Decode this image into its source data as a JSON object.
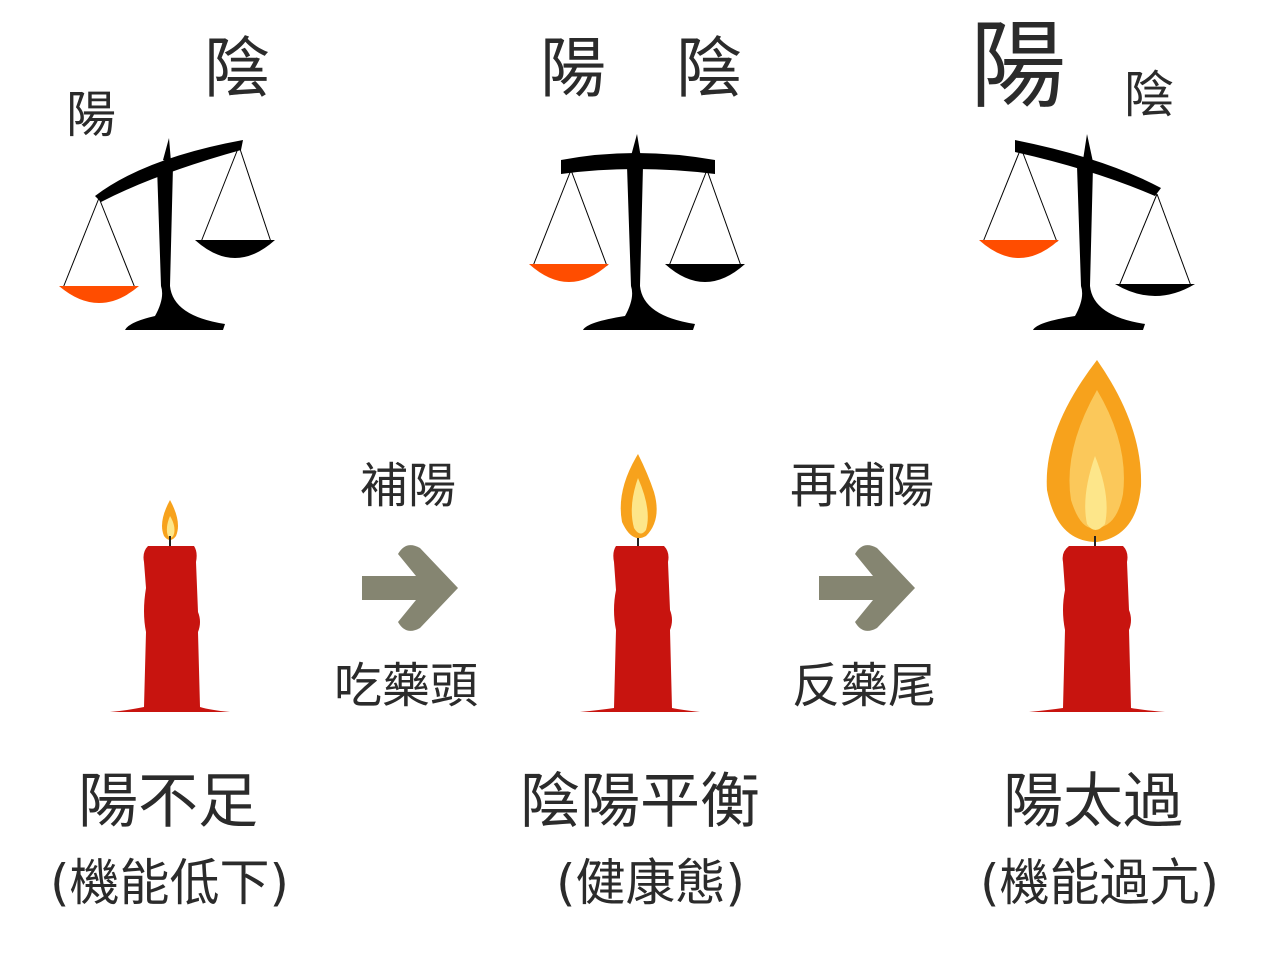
{
  "colors": {
    "yang": "#ff4d00",
    "yin": "#000000",
    "candle": "#c8140f",
    "flame_outer": "#f7a21c",
    "flame_inner": "#fde68a",
    "arrow": "#858571"
  },
  "scales": [
    {
      "yang_label": "陽",
      "yin_label": "陰",
      "state": "yang-deficient"
    },
    {
      "yang_label": "陽",
      "yin_label": "陰",
      "state": "balanced"
    },
    {
      "yang_label": "陽",
      "yin_label": "陰",
      "state": "yang-excess"
    }
  ],
  "transitions": [
    {
      "top_label": "補陽",
      "bottom_label": "吃藥頭",
      "icon": "arrow-right-icon"
    },
    {
      "top_label": "再補陽",
      "bottom_label": "反藥尾",
      "icon": "arrow-right-icon"
    }
  ],
  "states": [
    {
      "title": "陽不足",
      "subtitle": "(機能低下)",
      "flame": "small"
    },
    {
      "title": "陰陽平衡",
      "subtitle": "(健康態)",
      "flame": "medium"
    },
    {
      "title": "陽太過",
      "subtitle": "(機能過亢)",
      "flame": "large"
    }
  ]
}
